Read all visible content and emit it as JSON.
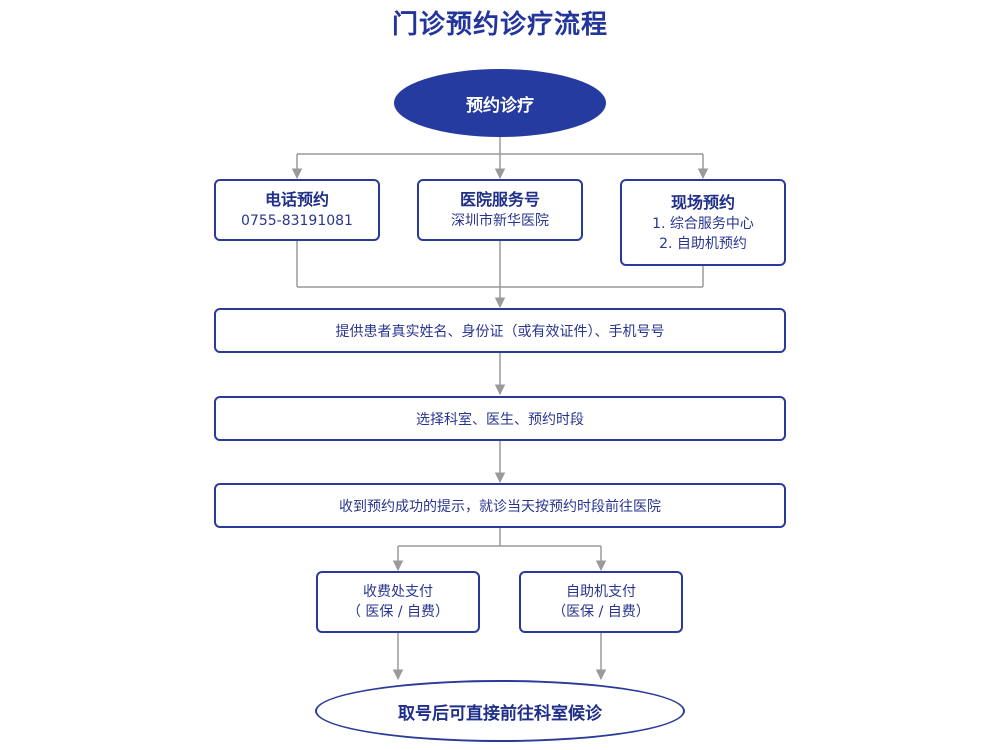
{
  "title": "门诊预约诊疗流程",
  "start": "预约诊疗",
  "methods": [
    {
      "title": "电话预约",
      "lines": [
        "0755-83191081"
      ]
    },
    {
      "title": "医院服务号",
      "lines": [
        "深圳市新华医院"
      ]
    },
    {
      "title": "现场预约",
      "lines": [
        "1. 综合服务中心",
        "2. 自助机预约"
      ]
    }
  ],
  "steps": [
    "提供患者真实姓名、身份证（或有效证件）、手机号号",
    "选择科室、医生、预约时段",
    "收到预约成功的提示，就诊当天按预约时段前往医院"
  ],
  "payments": [
    {
      "title": "收费处支付",
      "note": "（ 医保 / 自费）"
    },
    {
      "title": "自助机支付",
      "note": "（医保 / 自费）"
    }
  ],
  "end": "取号后可直接前往科室候诊",
  "colors": {
    "primary": "#253b9f",
    "connector": "#9a9a9a",
    "border": "#2a3a9a"
  }
}
